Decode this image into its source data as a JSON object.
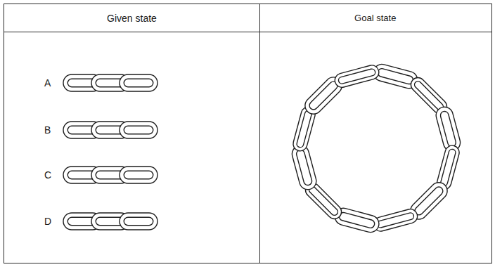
{
  "diagram": {
    "nodes": [
      {
        "text": [
          "Given state"
        ]
      },
      {
        "text": [
          "Goal state"
        ]
      }
    ],
    "labels": [
      "A",
      "B",
      "C",
      "D"
    ]
  }
}
